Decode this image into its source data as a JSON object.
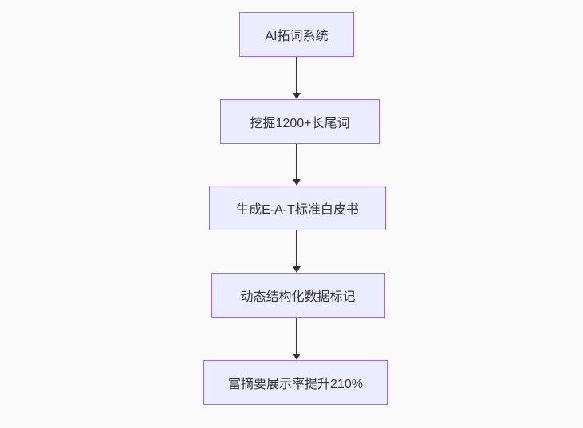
{
  "diagram": {
    "type": "flowchart",
    "direction": "top-down",
    "nodes": [
      {
        "id": "n1",
        "label": "AI拓词系统"
      },
      {
        "id": "n2",
        "label": "挖掘1200+长尾词"
      },
      {
        "id": "n3",
        "label": "生成E-A-T标准白皮书"
      },
      {
        "id": "n4",
        "label": "动态结构化数据标记"
      },
      {
        "id": "n5",
        "label": "富摘要展示率提升210%"
      }
    ],
    "edges": [
      {
        "from": "n1",
        "to": "n2",
        "style": "arrow-down"
      },
      {
        "from": "n2",
        "to": "n3",
        "style": "arrow-down"
      },
      {
        "from": "n3",
        "to": "n4",
        "style": "arrow-down"
      },
      {
        "from": "n4",
        "to": "n5",
        "style": "arrow-down"
      }
    ],
    "colors": {
      "node_fill": "#ECECFF",
      "node_border": "#9370DB",
      "node_text": "#333333",
      "arrow": "#333333",
      "background": "#fafafa"
    }
  }
}
